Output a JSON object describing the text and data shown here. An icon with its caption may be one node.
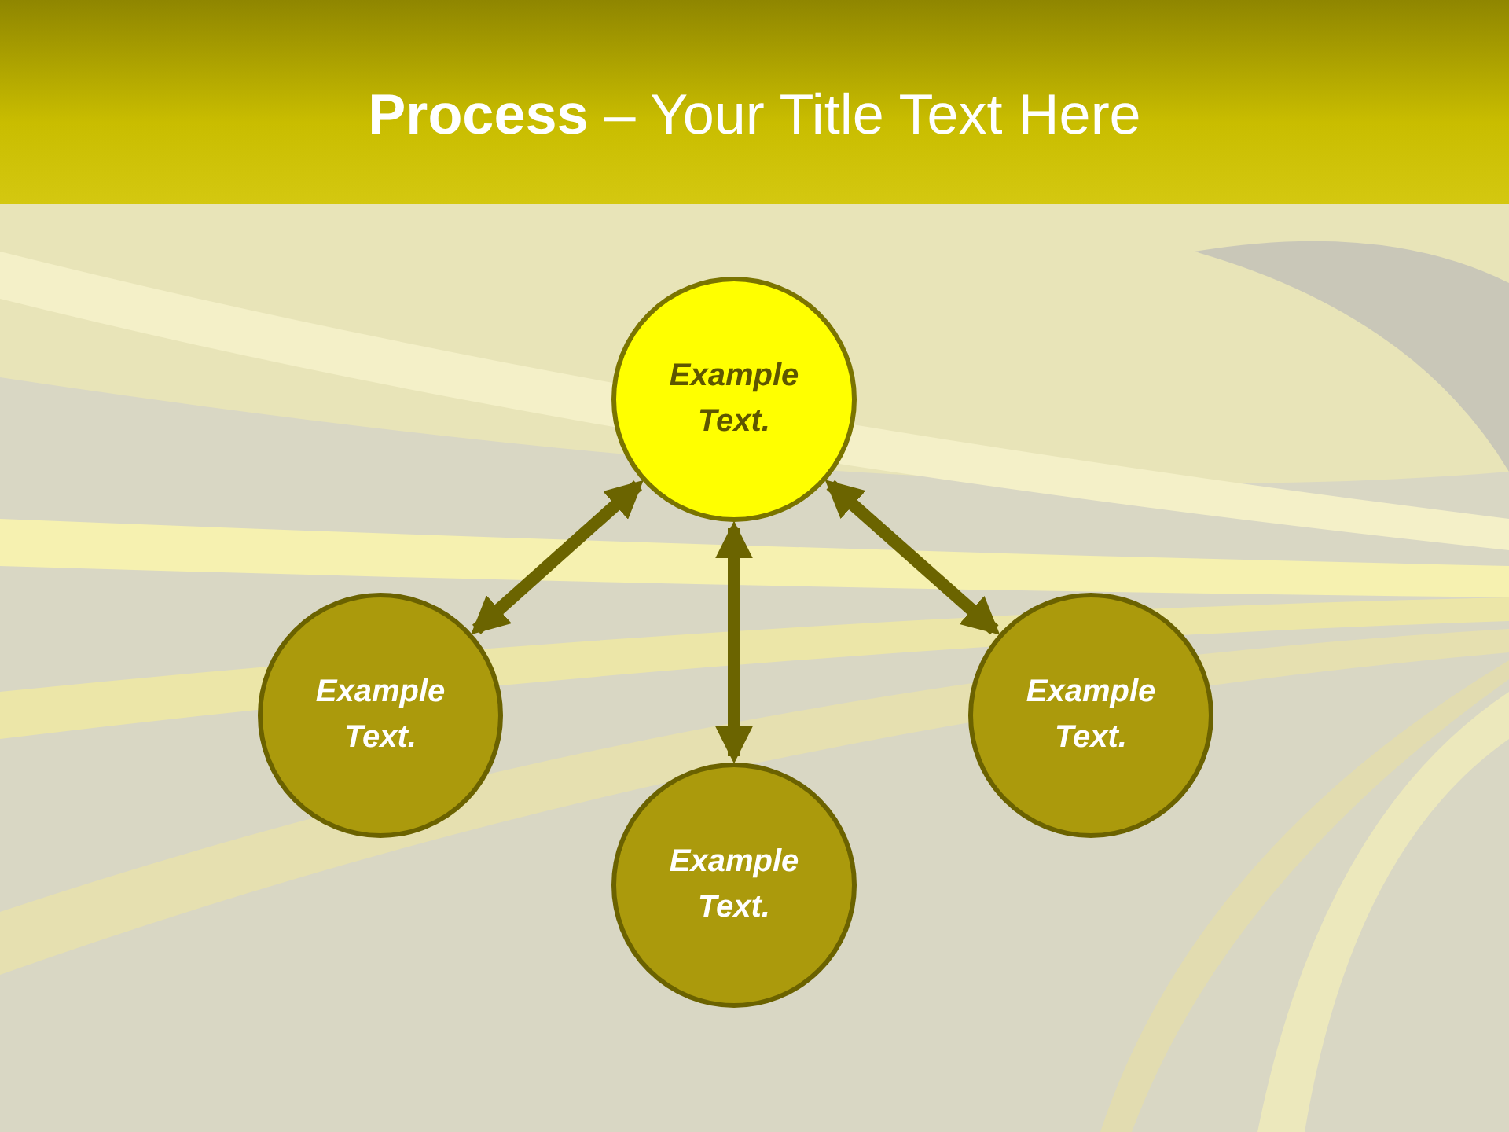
{
  "diagram": {
    "title": "**Process** – Your Title Text Here",
    "nodes": [
      {
        "text": [
          "Example Text."
        ]
      },
      {
        "text": [
          "Example Text."
        ]
      },
      {
        "text": [
          "Example Text."
        ]
      },
      {
        "text": [
          "Example Text."
        ]
      }
    ],
    "edges": [
      {
        "from": 0,
        "to": 1,
        "arrow": "both"
      },
      {
        "from": 0,
        "to": 3,
        "arrow": "both"
      },
      {
        "from": 0,
        "to": 2,
        "arrow": "both"
      }
    ]
  }
}
